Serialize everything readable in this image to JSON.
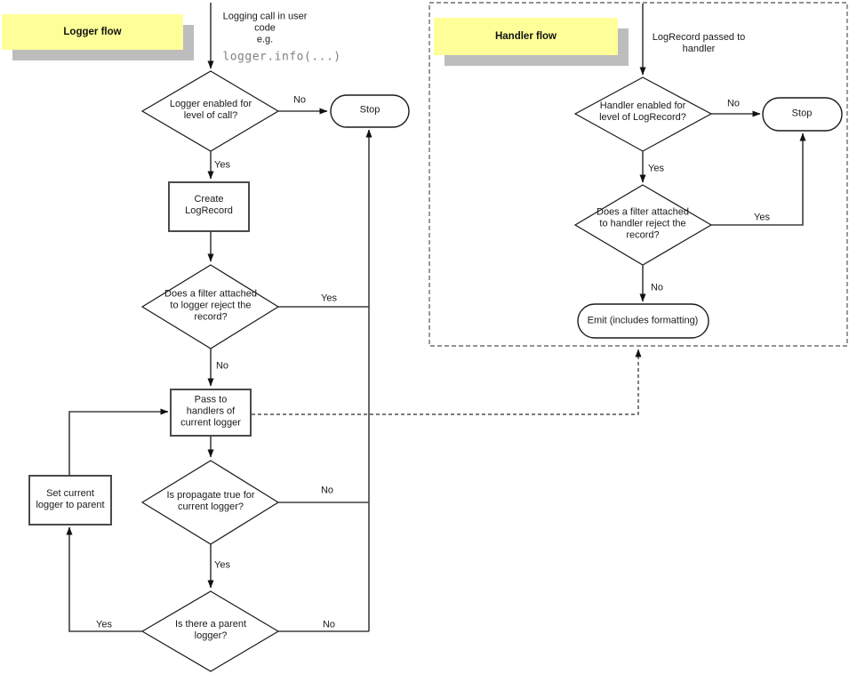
{
  "colors": {
    "sticky_note": "#ffff99",
    "sticky_shadow": "#bdbdbd",
    "line": "#3f3f3f",
    "code_text": "#808080",
    "shape_fill": "#ffffff"
  },
  "logger_flow": {
    "title": "Logger flow",
    "entry_text": "Logging call in user\ncode\ne.g.",
    "entry_code": "logger.info(...)",
    "nodes": {
      "level_check": "Logger enabled for\nlevel of call?",
      "stop": "Stop",
      "create_record": "Create\nLogRecord",
      "filter_check": "Does a filter attached\nto logger reject the\nrecord?",
      "pass_handlers": "Pass to\nhandlers of\ncurrent logger",
      "propagate_check": "Is propagate true for\ncurrent logger?",
      "set_parent": "Set current\nlogger to parent",
      "parent_check": "Is there a parent\nlogger?"
    },
    "edges": {
      "level_no": "No",
      "level_yes": "Yes",
      "filter_yes": "Yes",
      "filter_no": "No",
      "propagate_no": "No",
      "propagate_yes": "Yes",
      "parent_yes": "Yes",
      "parent_no": "No"
    }
  },
  "handler_flow": {
    "title": "Handler flow",
    "entry_text": "LogRecord passed to\nhandler",
    "nodes": {
      "level_check": "Handler enabled for\nlevel of LogRecord?",
      "stop": "Stop",
      "filter_check": "Does a filter attached\nto handler reject the\nrecord?",
      "emit": "Emit (includes formatting)"
    },
    "edges": {
      "level_no": "No",
      "level_yes": "Yes",
      "filter_yes": "Yes",
      "filter_no": "No"
    }
  }
}
